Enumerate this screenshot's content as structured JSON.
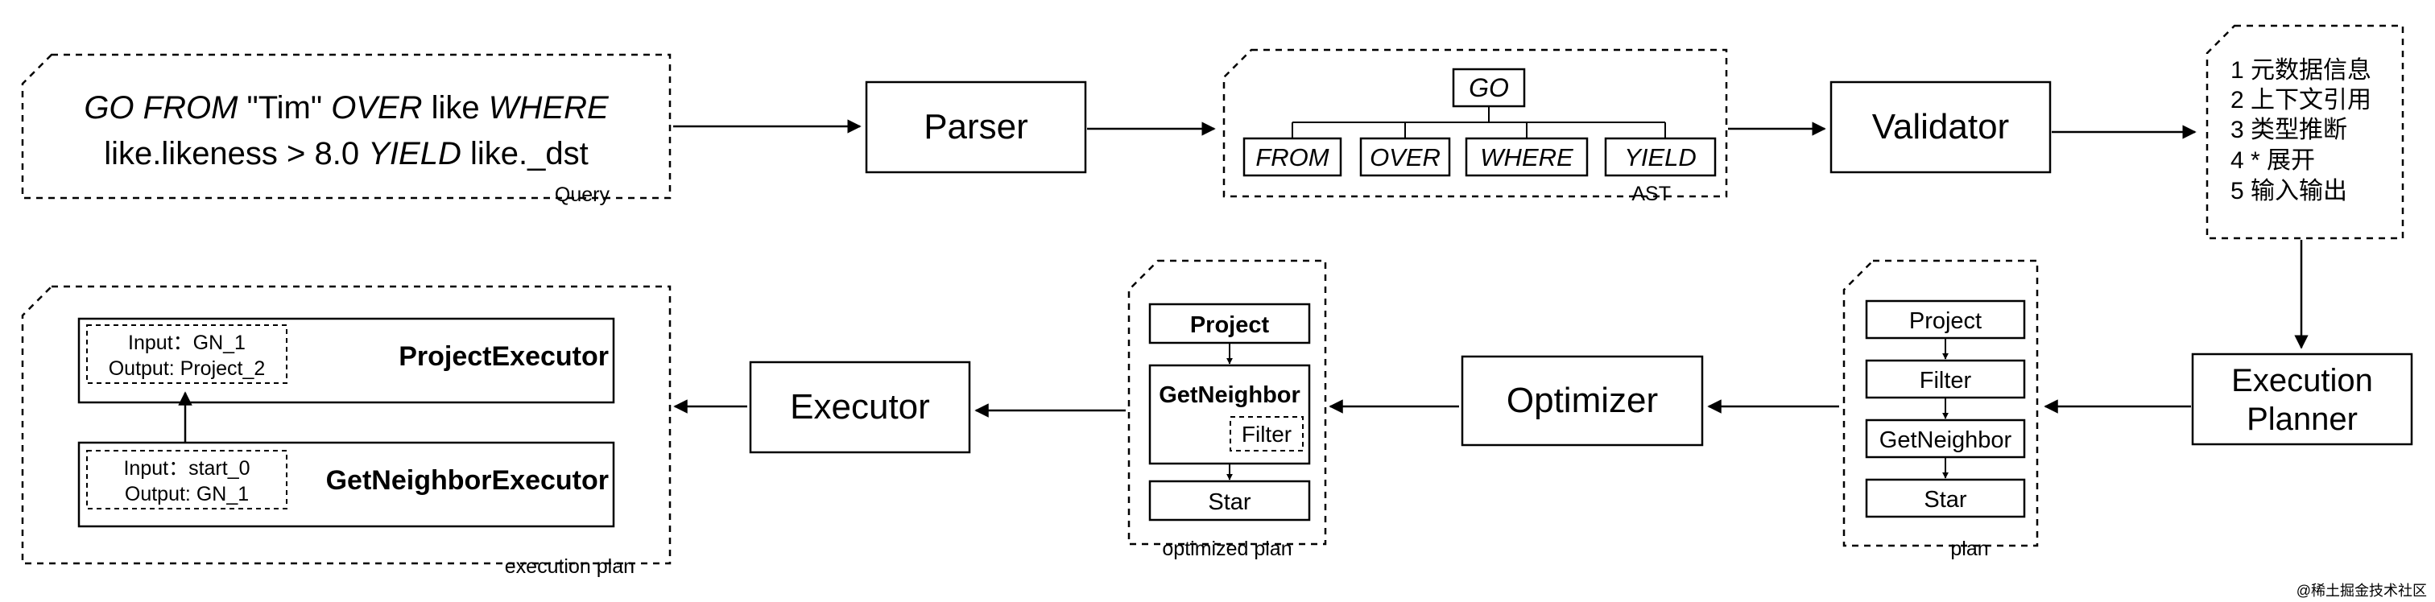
{
  "query": {
    "line1": [
      {
        "t": "GO FROM",
        "style": "italic"
      },
      {
        "t": " \"Tim\" ",
        "style": "normal"
      },
      {
        "t": "OVER",
        "style": "italic"
      },
      {
        "t": " like ",
        "style": "normal"
      },
      {
        "t": "WHERE",
        "style": "italic"
      }
    ],
    "line2": [
      {
        "t": "like.likeness > 8.0 ",
        "style": "normal"
      },
      {
        "t": "YIELD",
        "style": "italic"
      },
      {
        "t": " like._dst",
        "style": "normal"
      }
    ],
    "caption": "Query"
  },
  "stages": {
    "parser": "Parser",
    "validator": "Validator",
    "planner_line1": "Execution",
    "planner_line2": "Planner",
    "optimizer": "Optimizer",
    "executor": "Executor"
  },
  "ast": {
    "root": "GO",
    "children": [
      "FROM",
      "OVER",
      "WHERE",
      "YIELD"
    ],
    "caption": "AST"
  },
  "validator_notes": [
    "1 元数据信息",
    "2 上下文引用",
    "3 类型推断",
    "4 * 展开",
    "5 输入输出"
  ],
  "plan": {
    "nodes": [
      "Project",
      "Filter",
      "GetNeighbor",
      "Star"
    ],
    "caption": "plan"
  },
  "optimized_plan": {
    "project": "Project",
    "get_neighbor": "GetNeighbor",
    "filter": "Filter",
    "star": "Star",
    "caption": "optimized plan"
  },
  "execution_plan": {
    "project_executor": {
      "name": "ProjectExecutor",
      "input": "Input：GN_1",
      "output": "Output: Project_2"
    },
    "get_neighbor_executor": {
      "name": "GetNeighborExecutor",
      "input": "Input：start_0",
      "output": "Output: GN_1"
    },
    "caption": "execution plan"
  },
  "watermark": "@稀土掘金技术社区",
  "colors": {
    "stroke": "#000000",
    "watermark": "#9a9a9a"
  }
}
